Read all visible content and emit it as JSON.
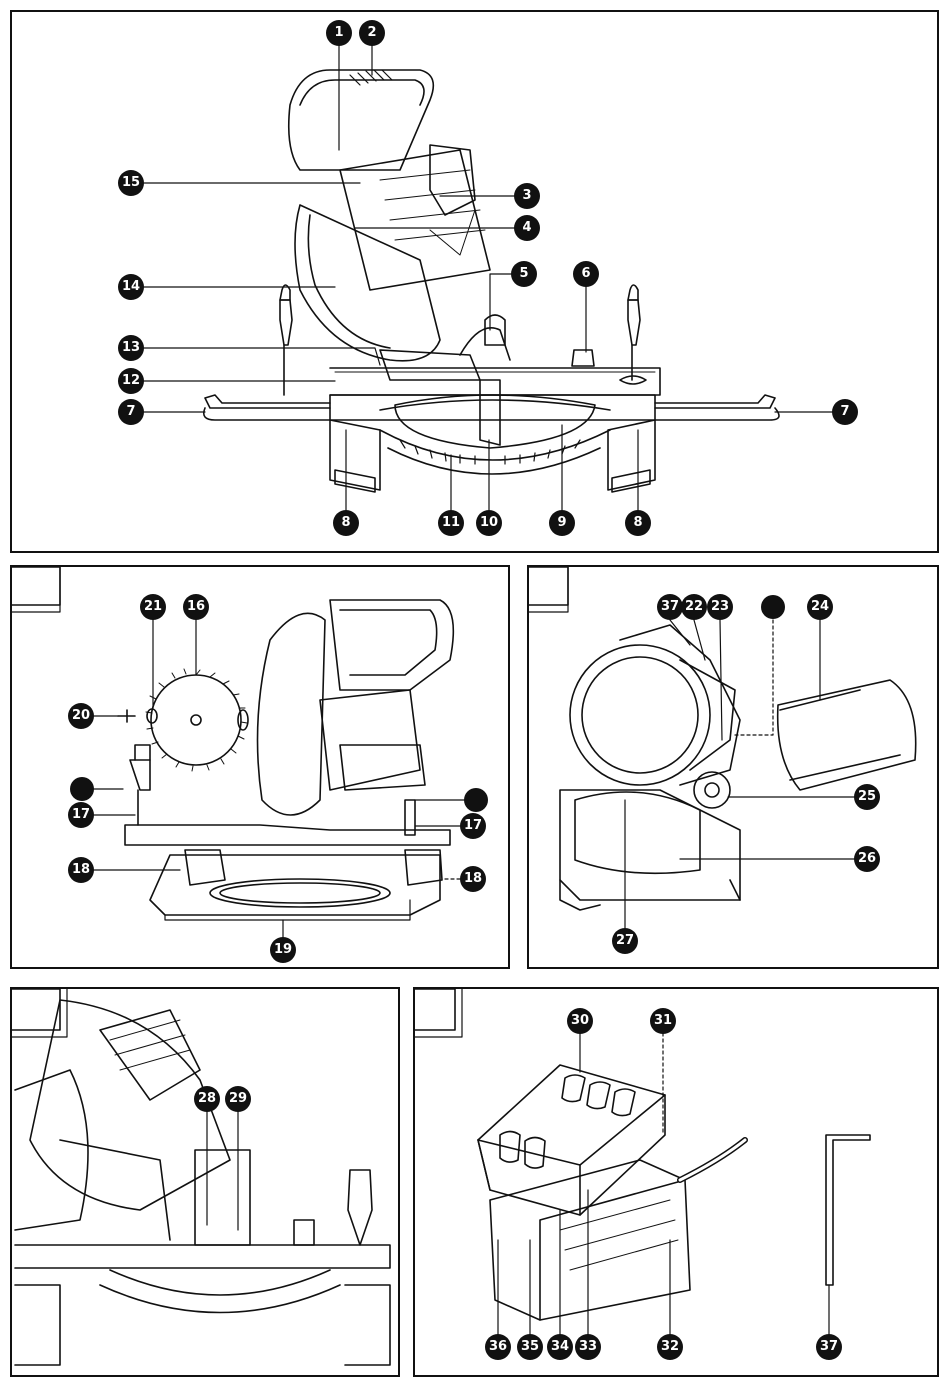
{
  "panels": {
    "panel1": {
      "tab_label": "",
      "callouts": [
        "1",
        "2",
        "3",
        "4",
        "5",
        "6",
        "7",
        "7",
        "8",
        "8",
        "9",
        "10",
        "11",
        "12",
        "13",
        "14",
        "15"
      ]
    },
    "panel2": {
      "tab_label": "",
      "callouts": [
        "16",
        "17",
        "17",
        "18",
        "18",
        "19",
        "20",
        "21"
      ]
    },
    "panel3": {
      "tab_label": "",
      "callouts": [
        "22",
        "23",
        "24",
        "25",
        "26",
        "27",
        "37"
      ]
    },
    "panel4": {
      "tab_label": "",
      "callouts": [
        "28",
        "29"
      ]
    },
    "panel5": {
      "tab_label": "",
      "callouts": [
        "30",
        "31",
        "32",
        "33",
        "34",
        "35",
        "36",
        "37"
      ]
    }
  },
  "callouts": {
    "c1": "1",
    "c2": "2",
    "c3": "3",
    "c4": "4",
    "c5": "5",
    "c6": "6",
    "c7a": "7",
    "c7b": "7",
    "c8a": "8",
    "c8b": "8",
    "c9": "9",
    "c10": "10",
    "c11": "11",
    "c12": "12",
    "c13": "13",
    "c14": "14",
    "c15": "15",
    "c16": "16",
    "c17a": "17",
    "c17b": "17",
    "c18a": "18",
    "c18b": "18",
    "c19": "19",
    "c20": "20",
    "c21": "21",
    "c22": "22",
    "c23": "23",
    "c24": "24",
    "c25": "25",
    "c26": "26",
    "c27": "27",
    "c37a": "37",
    "c28": "28",
    "c29": "29",
    "c30": "30",
    "c31": "31",
    "c32": "32",
    "c33": "33",
    "c34": "34",
    "c35": "35",
    "c36": "36",
    "c37b": "37"
  }
}
